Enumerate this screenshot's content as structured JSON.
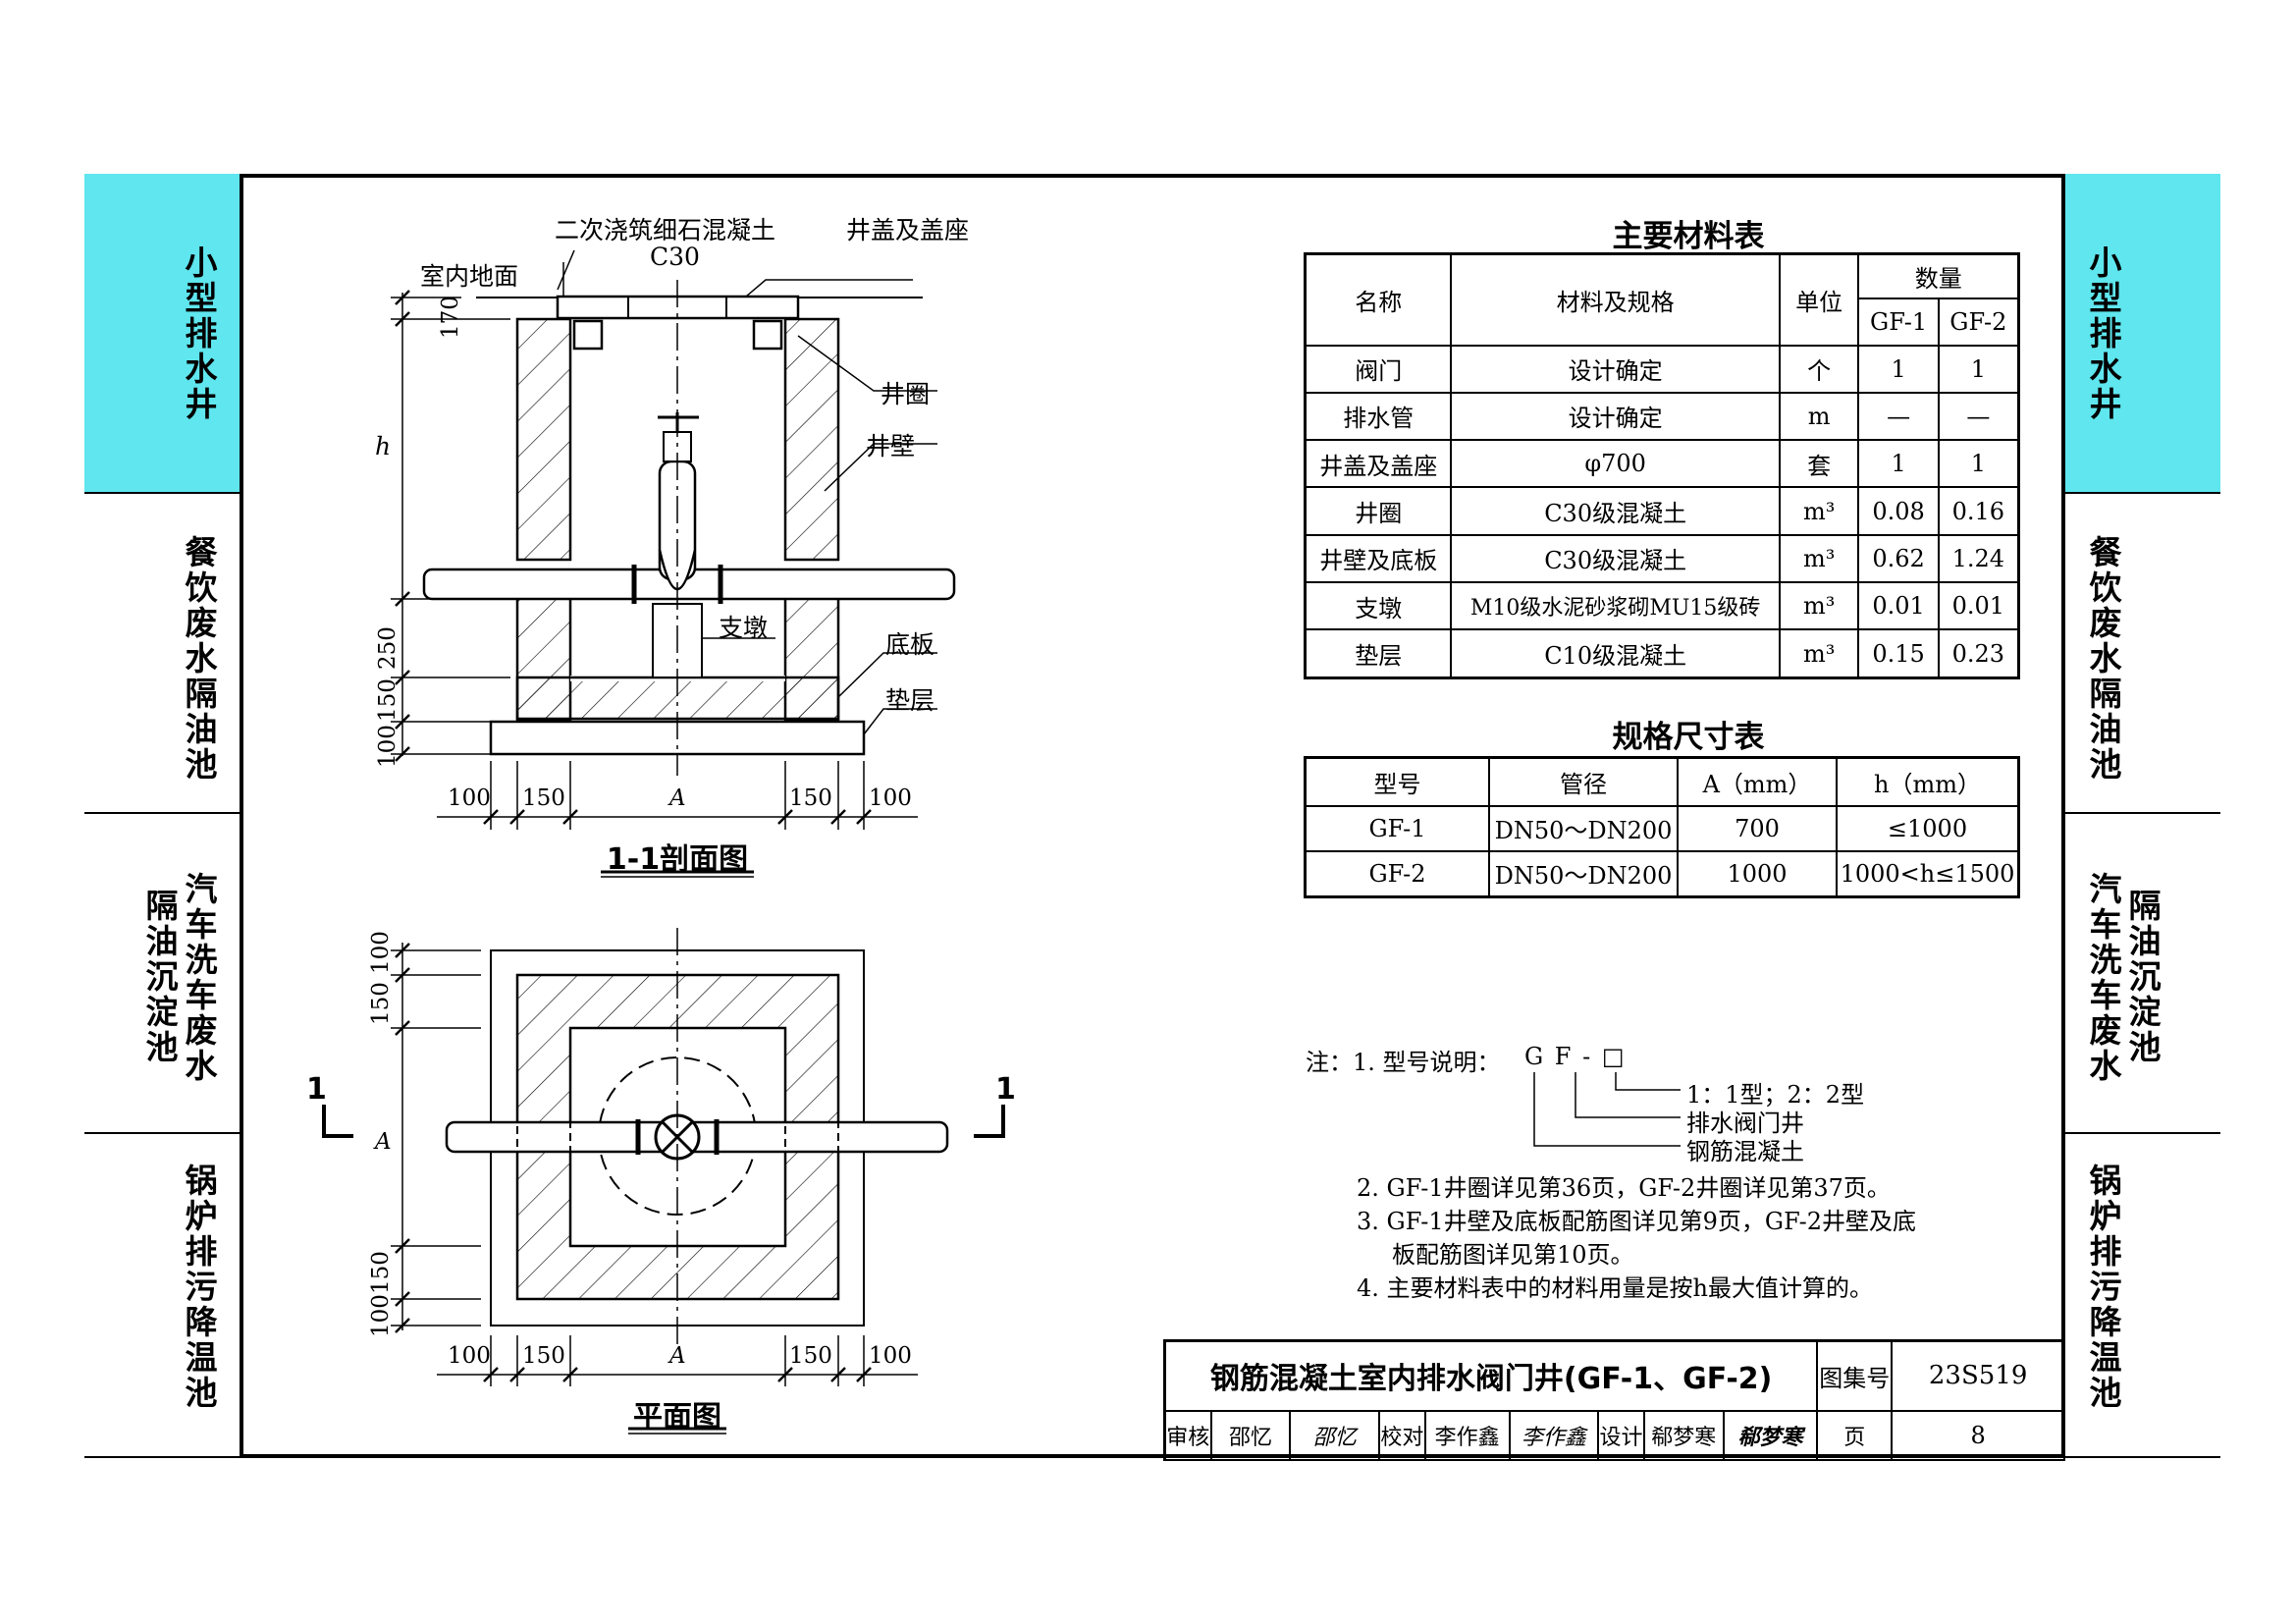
{
  "side_tabs": [
    {
      "text": "小型排水井"
    },
    {
      "text": "餐饮废水隔油池"
    },
    {
      "col1": "汽车洗车废水",
      "col2": "隔油沉淀池"
    },
    {
      "text": "锅炉排污降温池"
    }
  ],
  "section": {
    "title": "1-1剖面图",
    "label_pour": "二次浇筑细石混凝土",
    "label_c30": "C30",
    "label_cover": "井盖及盖座",
    "label_floor": "室内地面",
    "label_ring": "井圈",
    "label_wall": "井壁",
    "label_pier": "支墩",
    "label_base": "底板",
    "label_cushion": "垫层",
    "dim_170": "170",
    "dim_h": "h",
    "dim_250": "250",
    "dim_150": "150",
    "dim_100": "100",
    "dim_A": "A"
  },
  "plan": {
    "title": "平面图",
    "cut_mark": "1",
    "dim_100": "100",
    "dim_150": "150",
    "dim_A": "A"
  },
  "materials": {
    "title": "主要材料表",
    "headers": {
      "name": "名称",
      "spec": "材料及规格",
      "unit": "单位",
      "qty": "数量",
      "gf1": "GF-1",
      "gf2": "GF-2"
    },
    "rows": [
      {
        "name": "阀门",
        "spec": "设计确定",
        "unit": "个",
        "gf1": "1",
        "gf2": "1"
      },
      {
        "name": "排水管",
        "spec": "设计确定",
        "unit": "m",
        "gf1": "—",
        "gf2": "—"
      },
      {
        "name": "井盖及盖座",
        "spec": "φ700",
        "unit": "套",
        "gf1": "1",
        "gf2": "1"
      },
      {
        "name": "井圈",
        "spec": "C30级混凝土",
        "unit": "m³",
        "gf1": "0.08",
        "gf2": "0.16"
      },
      {
        "name": "井壁及底板",
        "spec": "C30级混凝土",
        "unit": "m³",
        "gf1": "0.62",
        "gf2": "1.24"
      },
      {
        "name": "支墩",
        "spec": "M10级水泥砂浆砌MU15级砖",
        "unit": "m³",
        "gf1": "0.01",
        "gf2": "0.01"
      },
      {
        "name": "垫层",
        "spec": "C10级混凝土",
        "unit": "m³",
        "gf1": "0.15",
        "gf2": "0.23"
      }
    ]
  },
  "dimensions": {
    "title": "规格尺寸表",
    "headers": {
      "model": "型号",
      "pipe": "管径",
      "a": "A（mm）",
      "h": "h（mm）"
    },
    "rows": [
      {
        "model": "GF-1",
        "pipe": "DN50～DN200",
        "a": "700",
        "h": "≤1000"
      },
      {
        "model": "GF-2",
        "pipe": "DN50～DN200",
        "a": "1000",
        "h": "1000<h≤1500"
      }
    ]
  },
  "notes": {
    "n1": "注：1. 型号说明：",
    "code": "G F - □",
    "legend1": "1：1型；2：2型",
    "legend2": "排水阀门井",
    "legend3": "钢筋混凝土",
    "n2": "2. GF-1井圈详见第36页，GF-2井圈详见第37页。",
    "n3a": "3. GF-1井壁及底板配筋图详见第9页，GF-2井壁及底",
    "n3b": "板配筋图详见第10页。",
    "n4": "4. 主要材料表中的材料用量是按h最大值计算的。"
  },
  "title_block": {
    "title": "钢筋混凝土室内排水阀门井(GF-1、GF-2)",
    "atlas_label": "图集号",
    "atlas_no": "23S519",
    "review_label": "审核",
    "reviewer": "邵忆",
    "reviewer_sig": "邵忆",
    "check_label": "校对",
    "checker": "李作鑫",
    "checker_sig": "李作鑫",
    "design_label": "设计",
    "designer": "郗梦寒",
    "designer_sig": "郗梦寒",
    "page_label": "页",
    "page_no": "8"
  }
}
